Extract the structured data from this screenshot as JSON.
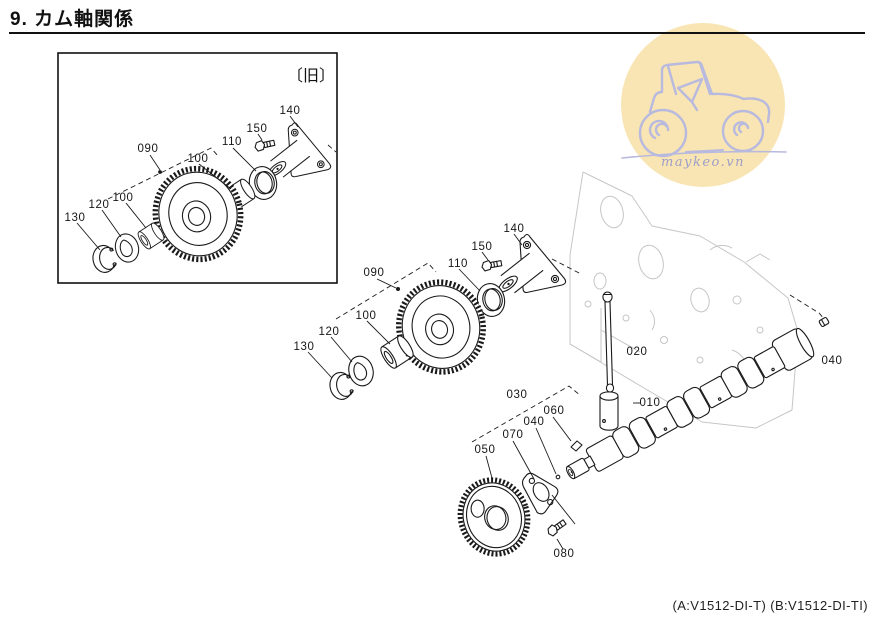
{
  "page": {
    "title": "9. カム軸関係",
    "footer_note": "(A:V1512-DI-T) (B:V1512-DI-TI)"
  },
  "watermark": {
    "text": "maykeo.vn",
    "circle_color": "#f8e5b3",
    "line_color": "#b8b9de",
    "text_color": "#9d9ec9"
  },
  "inset": {
    "tag": "〔旧〕",
    "callouts": {
      "c090": "090",
      "c100a": "100",
      "c100b": "100",
      "c110": "110",
      "c120": "120",
      "c130": "130",
      "c140": "140",
      "c150": "150"
    }
  },
  "diagram": {
    "callouts": {
      "c010": "010",
      "c020": "020",
      "c030": "030",
      "c040": "040",
      "c040_end": "040",
      "c050": "050",
      "c060": "060",
      "c070": "070",
      "c080": "080",
      "c090": "090",
      "c100": "100",
      "c110": "110",
      "c120": "120",
      "c130": "130",
      "c140": "140",
      "c150": "150"
    }
  }
}
